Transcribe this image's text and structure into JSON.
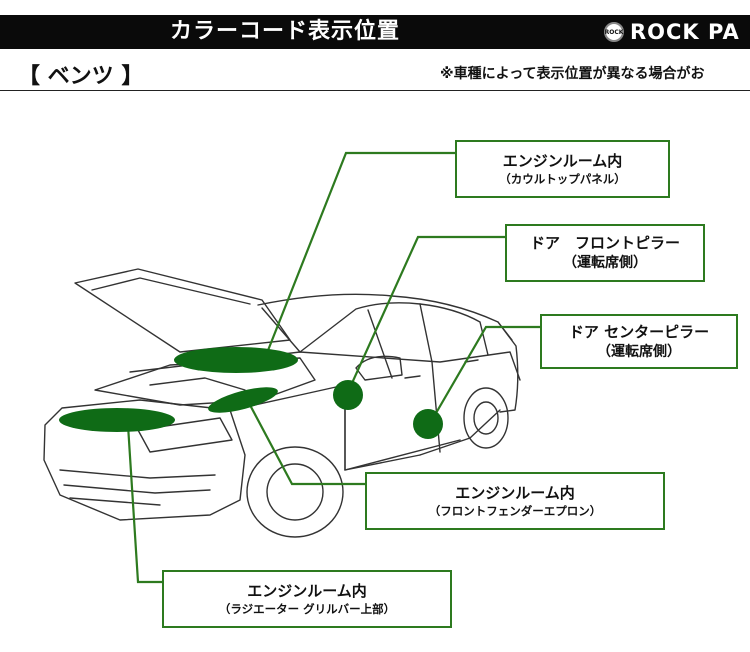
{
  "header": {
    "title": "カラーコード表示位置",
    "brand_badge": "ROCK",
    "brand_name": "ROCK PA"
  },
  "subheader": {
    "make": "【 ベンツ 】",
    "note": "※車種によって表示位置が異なる場合がお"
  },
  "callouts": [
    {
      "main": "エンジンルーム内",
      "sub": "（カウルトップパネル）"
    },
    {
      "main": "ドア　フロントピラー",
      "sub": "（運転席側）"
    },
    {
      "main": "ドア センターピラー",
      "sub": "（運転席側）"
    },
    {
      "main": "エンジンルーム内",
      "sub": "（フロントフェンダーエプロン）"
    },
    {
      "main": "エンジンルーム内",
      "sub": "（ラジエーター グリルバー上部）"
    }
  ],
  "colors": {
    "marker": "#0f6b16",
    "leader": "#2d7a1f",
    "header_bg": "#0a0a0a"
  }
}
